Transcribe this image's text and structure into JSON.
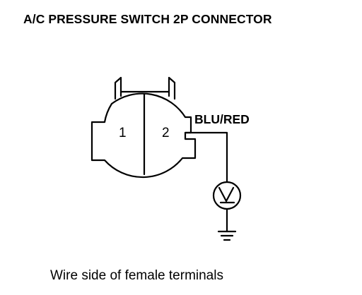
{
  "title": "A/C PRESSURE SWITCH 2P CONNECTOR",
  "connector": {
    "pin1": "1",
    "pin2": "2"
  },
  "wire_label": "BLU/RED",
  "meter_symbol": "voltmeter-icon",
  "ground_symbol": "ground-icon",
  "caption": "Wire side of female terminals"
}
